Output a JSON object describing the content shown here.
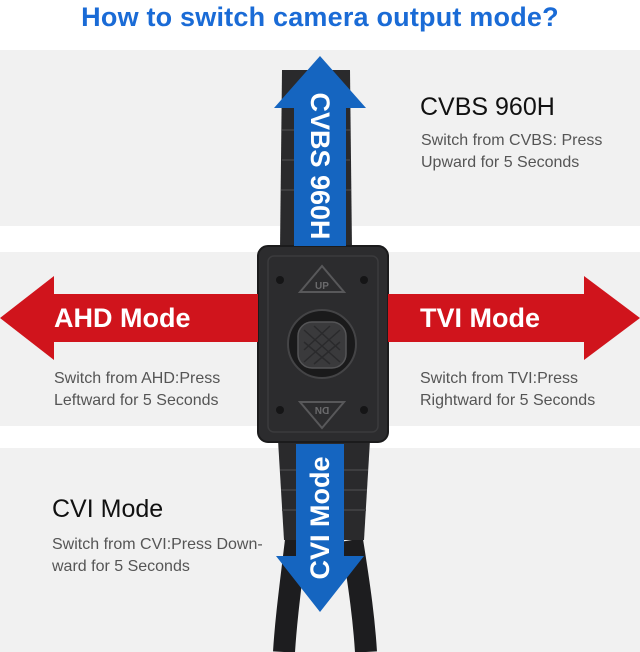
{
  "title": "How to switch camera output mode?",
  "modes": {
    "cvbs": {
      "arrow_label": "CVBS 960H",
      "heading": "CVBS 960H",
      "description": "Switch from CVBS: Press\nUpward for 5 Seconds"
    },
    "ahd": {
      "arrow_label": "AHD Mode",
      "description": "Switch from AHD:Press\nLeftward for 5 Seconds"
    },
    "tvi": {
      "arrow_label": "TVI Mode",
      "description": "Switch from TVI:Press\nRightward for 5 Seconds"
    },
    "cvi": {
      "arrow_label": "CVI Mode",
      "heading": "CVI Mode",
      "description": "Switch from CVI:Press Down-\nward for 5 Seconds"
    }
  },
  "device": {
    "up_label": "UP",
    "down_label": "DN"
  },
  "colors": {
    "title_blue": "#1a6bd6",
    "arrow_blue": "#1565c0",
    "arrow_red": "#d0141c",
    "panel_gray": "#f1f1f1",
    "device_body": "#2c2c2e"
  }
}
